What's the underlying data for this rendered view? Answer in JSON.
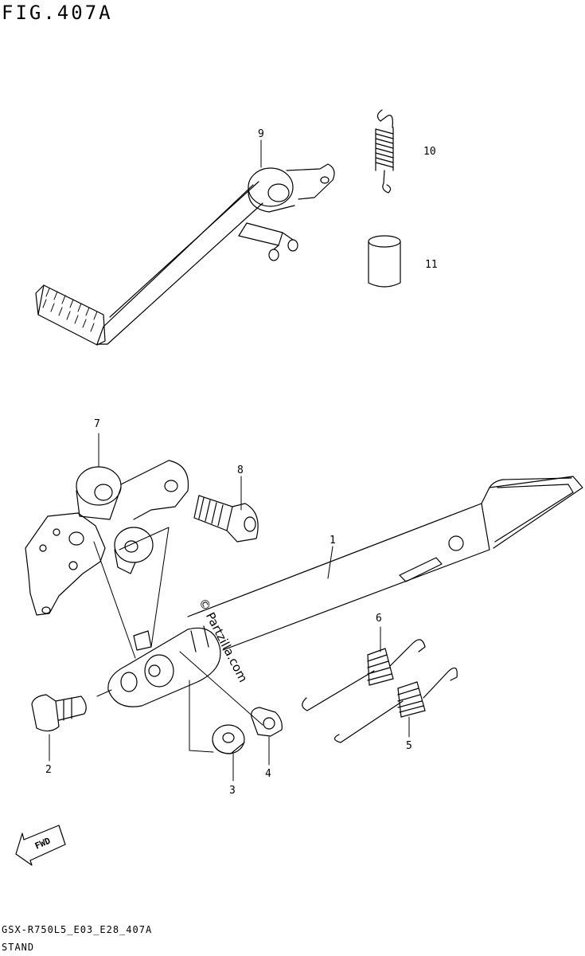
{
  "figure": {
    "title": "FIG.407A",
    "code": "GSX-R750L5_E03_E28_407A",
    "section": "STAND",
    "watermark": "© Partzilla.com",
    "fwd_label": "FWD"
  },
  "callouts": [
    {
      "id": "callout-1",
      "label": "1"
    },
    {
      "id": "callout-2",
      "label": "2"
    },
    {
      "id": "callout-3",
      "label": "3"
    },
    {
      "id": "callout-4",
      "label": "4"
    },
    {
      "id": "callout-5",
      "label": "5"
    },
    {
      "id": "callout-6",
      "label": "6"
    },
    {
      "id": "callout-7",
      "label": "7"
    },
    {
      "id": "callout-8",
      "label": "8"
    },
    {
      "id": "callout-9",
      "label": "9"
    },
    {
      "id": "callout-10",
      "label": "10"
    },
    {
      "id": "callout-11",
      "label": "11"
    }
  ]
}
